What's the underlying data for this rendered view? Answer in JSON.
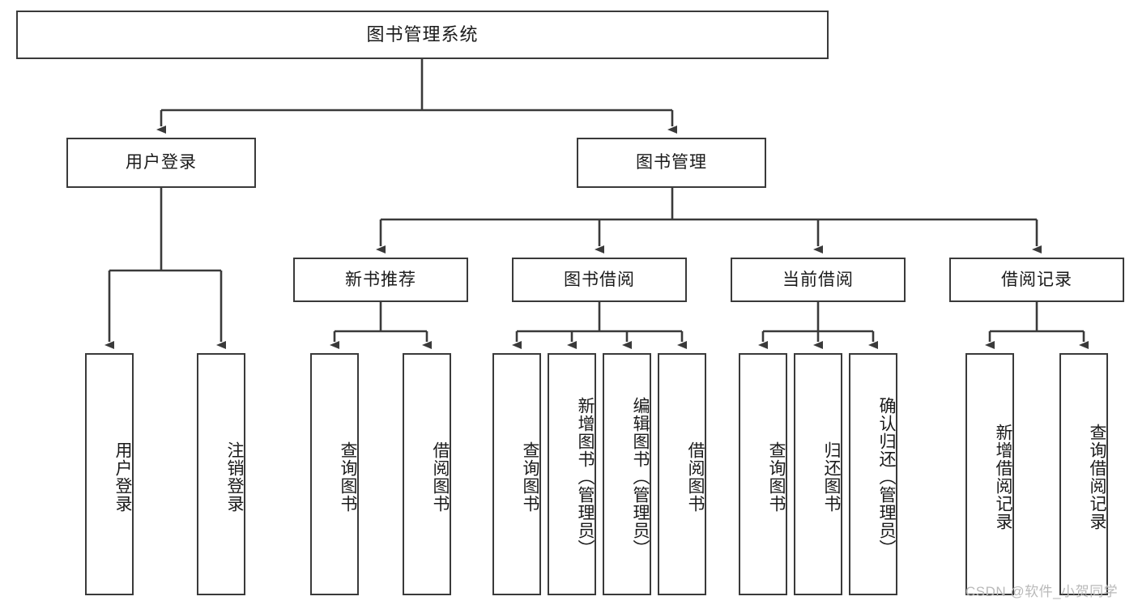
{
  "diagram": {
    "title": "图书管理系统",
    "type": "tree-hierarchy-diagram",
    "line_color": "#3a3a3a",
    "box_fill": "#ffffff",
    "text_color": "#1a1a1a",
    "nodes": {
      "root": "图书管理系统",
      "level2": [
        "用户登录",
        "图书管理"
      ],
      "level3": [
        "新书推荐",
        "图书借阅",
        "当前借阅",
        "借阅记录"
      ],
      "leaves_user_login": [
        "用户登录",
        "注销登录"
      ],
      "leaves_new_book": [
        "查询图书",
        "借阅图书"
      ],
      "leaves_book_borrow": [
        "查询图书",
        "新增图书（管理员）",
        "编辑图书（管理员）",
        "借阅图书"
      ],
      "leaves_current_borrow": [
        "查询图书",
        "归还图书",
        "确认归还（管理员）"
      ],
      "leaves_borrow_record": [
        "新增借阅记录",
        "查询借阅记录"
      ]
    }
  },
  "watermark": {
    "text": "CSDN @软件_小贺同学"
  }
}
